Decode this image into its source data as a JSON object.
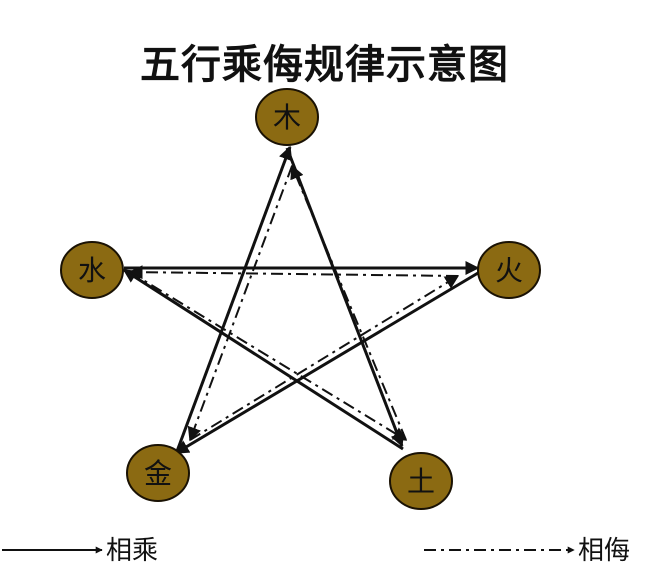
{
  "title": "五行乘侮规律示意图",
  "node_fill": "#8B6A12",
  "nodes": {
    "wood": "木",
    "fire": "火",
    "earth": "土",
    "metal": "金",
    "water": "水"
  },
  "legend": {
    "overact": "相乘",
    "counteract": "相侮"
  }
}
